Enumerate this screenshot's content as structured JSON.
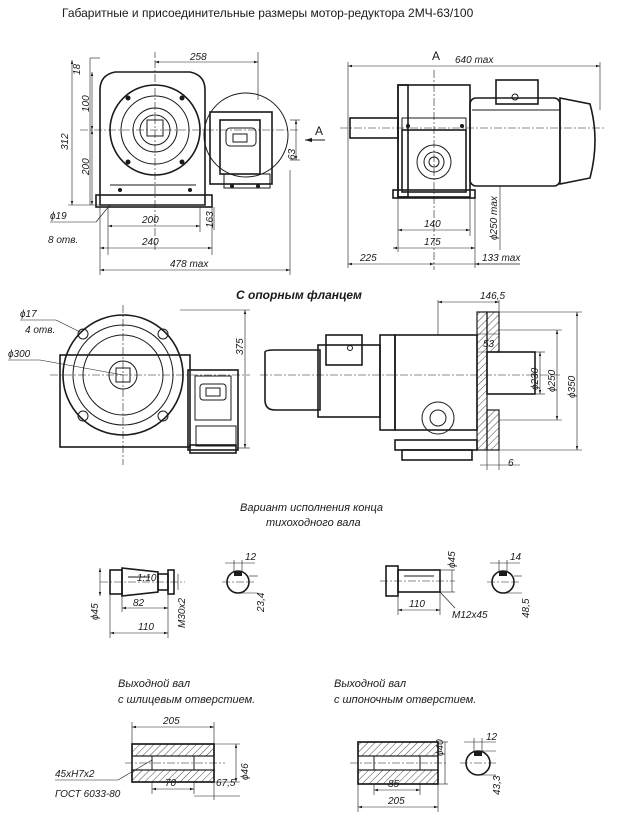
{
  "title": "Габаритные и присоединительные размеры мотор-редуктора 2МЧ-63/100",
  "view_marker": "А",
  "top_left_dims": {
    "d258": "258",
    "d18": "18",
    "d100": "100",
    "d312": "312",
    "d200v": "200",
    "d63": "63",
    "d163": "163",
    "d200h": "200",
    "d240": "240",
    "d478": "478 max",
    "hole_dia": "ϕ19",
    "hole_count": "8 отв."
  },
  "top_right_dims": {
    "d640": "640 max",
    "d140": "140",
    "d175": "175",
    "d225": "225",
    "d133": "133 max",
    "d250": "ϕ250 max"
  },
  "flange_heading": "С опорным фланцем",
  "flange_left_dims": {
    "hole_dia": "ϕ17",
    "hole_count": "4 отв.",
    "d300": "ϕ300",
    "d375": "375"
  },
  "flange_right_dims": {
    "d146": "146,5",
    "d53": "53",
    "d230": "ϕ230",
    "d250": "ϕ250",
    "d350": "ϕ350",
    "d6": "6"
  },
  "shaft_variant": {
    "caption_line1": "Вариант исполнения конца",
    "caption_line2": "тихоходного вала",
    "left_d45": "ϕ45",
    "left_82": "82",
    "left_110": "110",
    "left_thread": "М30х2",
    "left_12": "12",
    "left_234": "23,4",
    "left_taper": "1:10",
    "right_d45": "ϕ45",
    "right_14": "14",
    "right_110": "110",
    "right_thread": "М12х45",
    "right_485": "48,5"
  },
  "output_splined": {
    "caption_line1": "Выходной вал",
    "caption_line2": "с шлицевым отверстием.",
    "d205": "205",
    "spline": "45хН7х2",
    "standard": "ГОСТ 6033-80",
    "d70": "70",
    "d675": "67,5",
    "d46": "ϕ46"
  },
  "output_keyed": {
    "caption_line1": "Выходной вал",
    "caption_line2": "с шпоночным отверстием.",
    "d40": "ϕ40",
    "d12": "12",
    "d85": "85",
    "d205": "205",
    "d433": "43,3"
  }
}
